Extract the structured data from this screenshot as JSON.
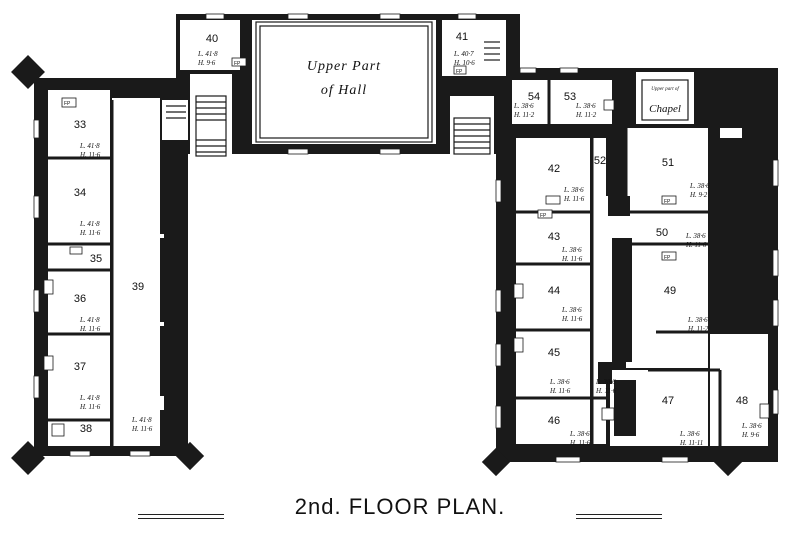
{
  "hall_label": [
    "Upper Part",
    "of Hall"
  ],
  "chapel": {
    "subtitle": "Upper part of",
    "label": "Chapel"
  },
  "caption": "2nd. FLOOR PLAN.",
  "fireplace_label": "FP",
  "rooms": [
    {
      "id": "33",
      "num": "33",
      "dims": [
        "L. 41·8",
        "H. 11·6"
      ]
    },
    {
      "id": "34",
      "num": "34",
      "dims": [
        "L. 41·8",
        "H. 11·6"
      ]
    },
    {
      "id": "35",
      "num": "35",
      "dims": []
    },
    {
      "id": "36",
      "num": "36",
      "dims": [
        "L. 41·8",
        "H. 11·6"
      ]
    },
    {
      "id": "37",
      "num": "37",
      "dims": [
        "L. 41·8",
        "H. 11·6"
      ]
    },
    {
      "id": "38",
      "num": "38",
      "dims": []
    },
    {
      "id": "39",
      "num": "39",
      "dims": [
        "L. 41·8",
        "H. 11·6"
      ]
    },
    {
      "id": "40",
      "num": "40",
      "dims": [
        "L. 41·8",
        "H. 9·6"
      ]
    },
    {
      "id": "41",
      "num": "41",
      "dims": [
        "L. 40·7",
        "H. 10·6"
      ]
    },
    {
      "id": "42",
      "num": "42",
      "dims": [
        "L. 38·6",
        "H. 11·6"
      ]
    },
    {
      "id": "43",
      "num": "43",
      "dims": [
        "L. 38·6",
        "H. 11·6"
      ]
    },
    {
      "id": "44",
      "num": "44",
      "dims": [
        "L. 38·6",
        "H. 11·6"
      ]
    },
    {
      "id": "45",
      "num": "45",
      "dims": [
        "L. 38·6",
        "H. 11·6"
      ]
    },
    {
      "id": "45b",
      "num": "",
      "dims": [
        "L. 38·6",
        "H. 11·6"
      ]
    },
    {
      "id": "46",
      "num": "46",
      "dims": [
        "L. 38·6",
        "H. 11·6"
      ]
    },
    {
      "id": "47",
      "num": "47",
      "dims": [
        "L. 38·6",
        "H. 11·11"
      ]
    },
    {
      "id": "48",
      "num": "48",
      "dims": [
        "L. 38·6",
        "H. 9·6"
      ]
    },
    {
      "id": "49",
      "num": "49",
      "dims": [
        "L. 38·6",
        "H. 11·2"
      ]
    },
    {
      "id": "50",
      "num": "50",
      "dims": [
        "L. 38·6",
        "H. 11·6"
      ]
    },
    {
      "id": "51",
      "num": "51",
      "dims": [
        "L. 38·6",
        "H. 9·2"
      ]
    },
    {
      "id": "52",
      "num": "52",
      "dims": []
    },
    {
      "id": "53",
      "num": "53",
      "dims": [
        "L. 38·6",
        "H. 11·2"
      ]
    },
    {
      "id": "54",
      "num": "54",
      "dims": [
        "L. 38·6",
        "H. 11·2"
      ]
    }
  ]
}
